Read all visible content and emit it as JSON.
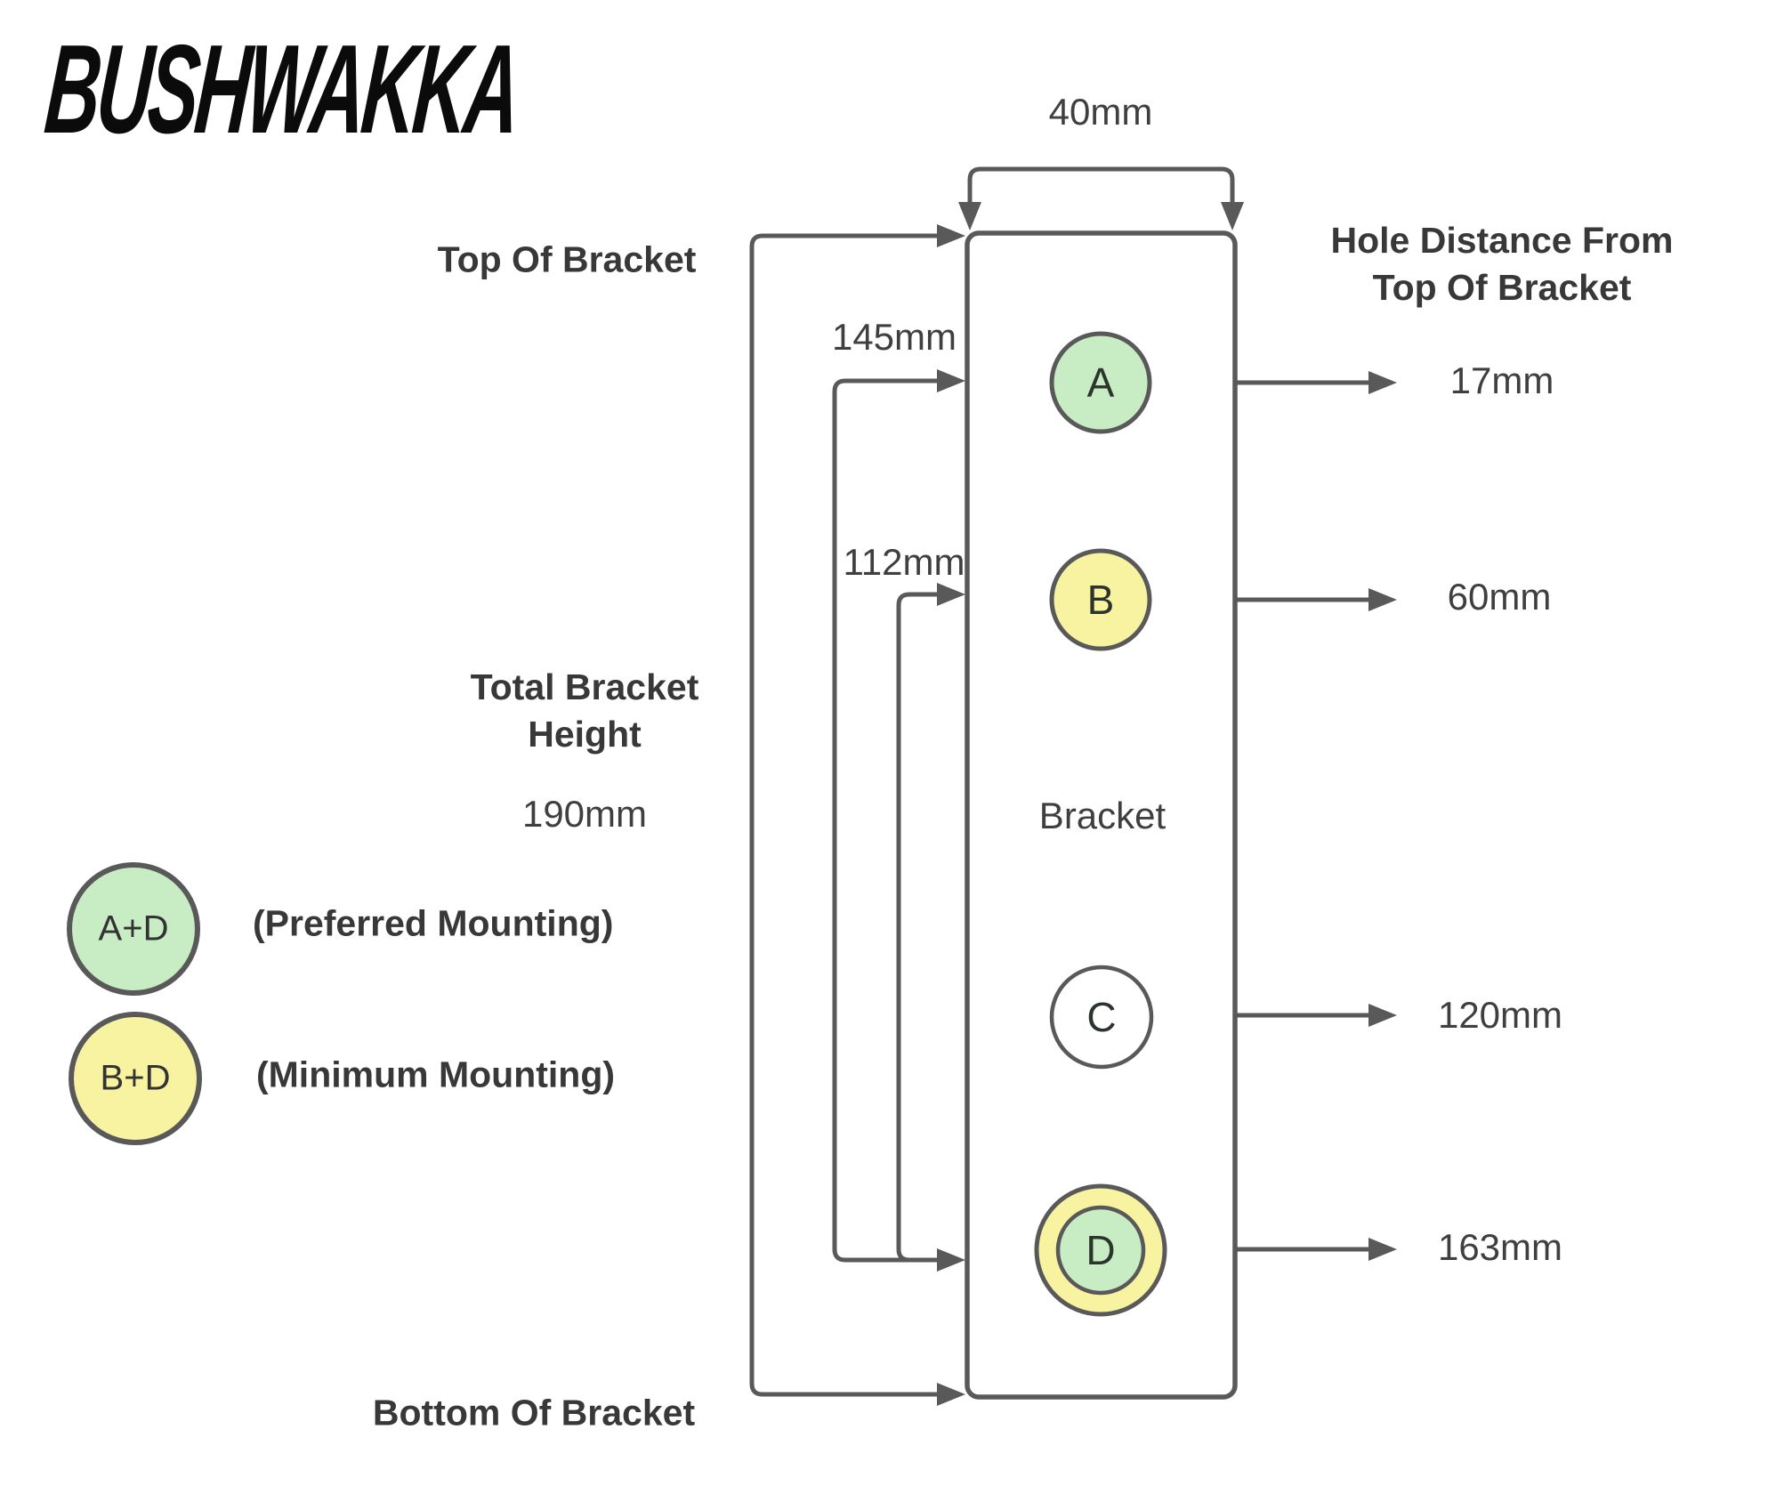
{
  "brand": {
    "logo_text": "BUSHWAKKA"
  },
  "colors": {
    "line": "#595959",
    "text": "#3d3d3d",
    "hole_green": "#c8ecc4",
    "hole_yellow": "#f8f3a1",
    "hole_white": "#ffffff",
    "bracket_fill": "#ffffff"
  },
  "bracket": {
    "label": "Bracket",
    "width_label": "40mm",
    "top_edge_label": "Top Of Bracket",
    "bottom_edge_label": "Bottom Of Bracket",
    "total_height_title": "Total Bracket Height",
    "total_height_value": "190mm"
  },
  "dimensions": {
    "hole_a_to_d": "145mm",
    "hole_b_to_d": "112mm"
  },
  "right_column": {
    "header": "Hole Distance From Top Of Bracket"
  },
  "holes": [
    {
      "id": "A",
      "distance_from_top": "17mm"
    },
    {
      "id": "B",
      "distance_from_top": "60mm"
    },
    {
      "id": "C",
      "distance_from_top": "120mm"
    },
    {
      "id": "D",
      "distance_from_top": "163mm"
    }
  ],
  "legend": [
    {
      "id": "A+D",
      "label": "(Preferred Mounting)"
    },
    {
      "id": "B+D",
      "label": "(Minimum Mounting)"
    }
  ]
}
